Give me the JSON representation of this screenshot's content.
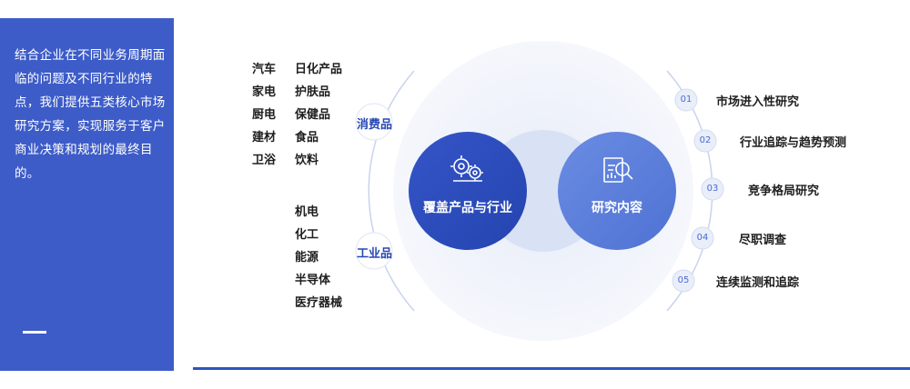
{
  "intro": {
    "text": "结合企业在不同业务周期面临的问题及不同行业的特点，我们提供五类核心市场研究方案，实现服务于客户商业决策和规划的最终目的。"
  },
  "consumer": {
    "label": "消费品",
    "col1": [
      "汽车",
      "家电",
      "厨电",
      "建材",
      "卫浴"
    ],
    "col2": [
      "日化产品",
      "护肤品",
      "保健品",
      "食品",
      "饮料"
    ]
  },
  "industrial": {
    "label": "工业品",
    "items": [
      "机电",
      "化工",
      "能源",
      "半导体",
      "医疗器械"
    ]
  },
  "center": {
    "left": {
      "label": "覆盖产品与行业",
      "icon": "gears-icon"
    },
    "right": {
      "label": "研究内容",
      "icon": "report-search-icon"
    }
  },
  "research": [
    {
      "num": "01",
      "label": "市场进入性研究"
    },
    {
      "num": "02",
      "label": "行业追踪与趋势预测"
    },
    {
      "num": "03",
      "label": "竞争格局研究"
    },
    {
      "num": "04",
      "label": "尽职调查"
    },
    {
      "num": "05",
      "label": "连续监测和追踪"
    }
  ],
  "colors": {
    "panel": "#3d5cc8",
    "circle_left": "#2f4fc0",
    "circle_right": "#5f82dc",
    "accent_line": "#2f54c2"
  }
}
